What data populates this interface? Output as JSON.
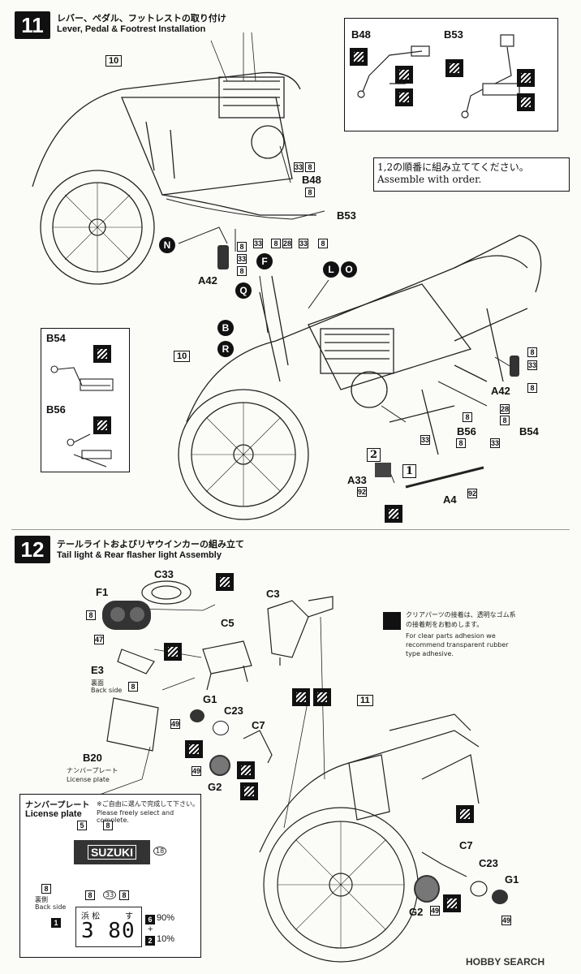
{
  "step11": {
    "number": "11",
    "title_ja": "レバー、ペダル、フットレストの取り付け",
    "title_en": "Lever, Pedal & Footrest Installation",
    "ref_frame": "10",
    "order_note_ja": "1,2の順番に組み立ててください。",
    "order_note_en": "Assemble with order.",
    "parts": {
      "B48": "B48",
      "B53": "B53",
      "B54": "B54",
      "B56": "B56",
      "A42": "A42",
      "A33": "A33",
      "A4": "A4",
      "N": "N",
      "F": "F",
      "Q": "Q",
      "L": "L",
      "O": "O",
      "B": "B",
      "R": "R",
      "step1": "1",
      "step2": "2"
    },
    "chips": {
      "c8": "8",
      "c33": "33",
      "c28": "28",
      "c92": "92"
    }
  },
  "step12": {
    "number": "12",
    "title_ja": "テールライトおよびリヤウインカーの組み立て",
    "title_en": "Tail light & Rear flasher light Assembly",
    "ref_frame": "11",
    "parts": {
      "F1": "F1",
      "C33": "C33",
      "C5": "C5",
      "C3": "C3",
      "E3": "E3",
      "B20": "B20",
      "G1": "G1",
      "C23": "C23",
      "C7": "C7",
      "G2": "G2"
    },
    "chips": {
      "c8": "8",
      "c47": "47",
      "c49": "49"
    },
    "back_side_ja": "裏面",
    "back_side_en": "Back side",
    "plate_label_ja": "ナンバープレート",
    "plate_label_en": "License plate",
    "clear_note_ja": "クリアパーツの接着は、透明なゴム系の接着剤をお勧めします。",
    "clear_note_en": "For clear parts adhesion we recommend transparent rubber type adhesive."
  },
  "license_box": {
    "title_ja": "ナンバープレート",
    "title_en": "License plate",
    "free_note": "※ご自由に選んで完成して下さい。",
    "free_note_en": "Please freely select and complete.",
    "brand": "SUZUKI",
    "num5": "5",
    "num8": "8",
    "num18": "18",
    "num1": "1",
    "num33": "33",
    "back_ja": "裏側",
    "back_en": "Back side",
    "plate_city": "浜 松",
    "plate_kana": "す",
    "plate_number": "3 80",
    "mix_a_chip": "6",
    "mix_a_pct": "90%",
    "mix_plus": "+",
    "mix_b_chip": "2",
    "mix_b_pct": "10%"
  },
  "watermark": "HOBBY SEARCH"
}
